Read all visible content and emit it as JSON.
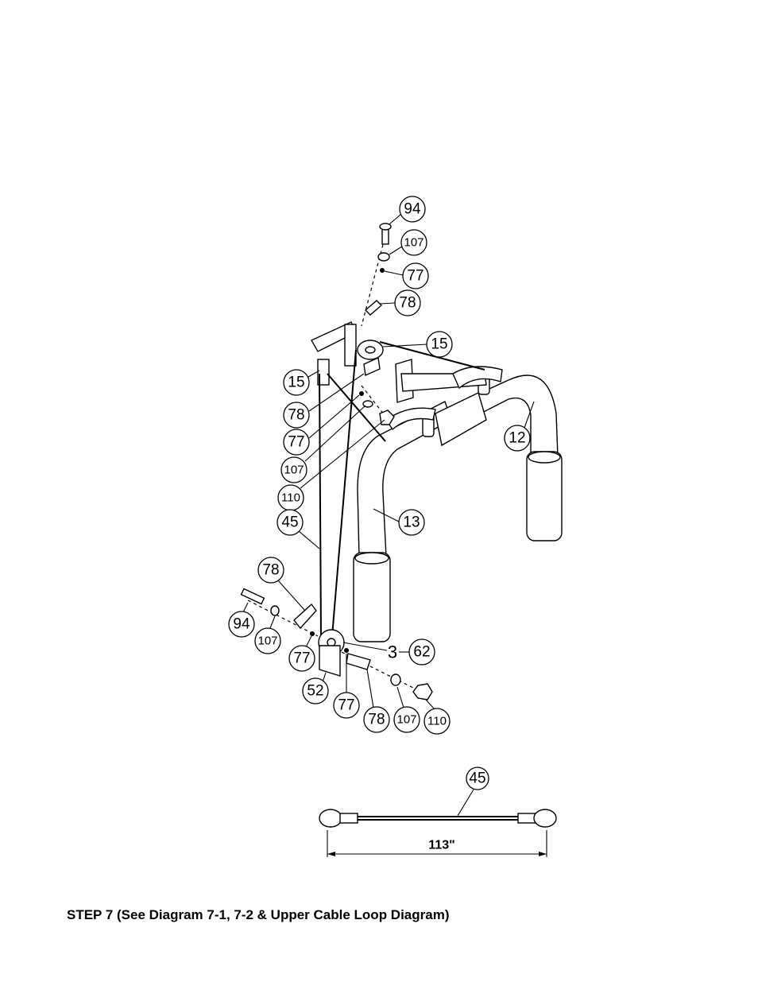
{
  "step": {
    "heading": "STEP 7   (See Diagram 7-1, 7-2 & Upper Cable Loop Diagram)"
  },
  "callouts": {
    "c94_top": "94",
    "c107_top": "107",
    "c77_top": "77",
    "c78_top": "78",
    "c15_right": "15",
    "c15_left": "15",
    "c78_left": "78",
    "c77_left": "77",
    "c107_left": "107",
    "c110_left": "110",
    "c12": "12",
    "c13": "13",
    "c45": "45",
    "c78_low": "78",
    "c94_low": "94",
    "c107_low": "107",
    "c77_low": "77",
    "c62": "62",
    "c62_qty": "3",
    "c52": "52",
    "c77_bottom": "77",
    "c78_bottom": "78",
    "c107_bottom": "107",
    "c110_bottom": "110",
    "c45_cable": "45"
  },
  "cable_length": "113\""
}
